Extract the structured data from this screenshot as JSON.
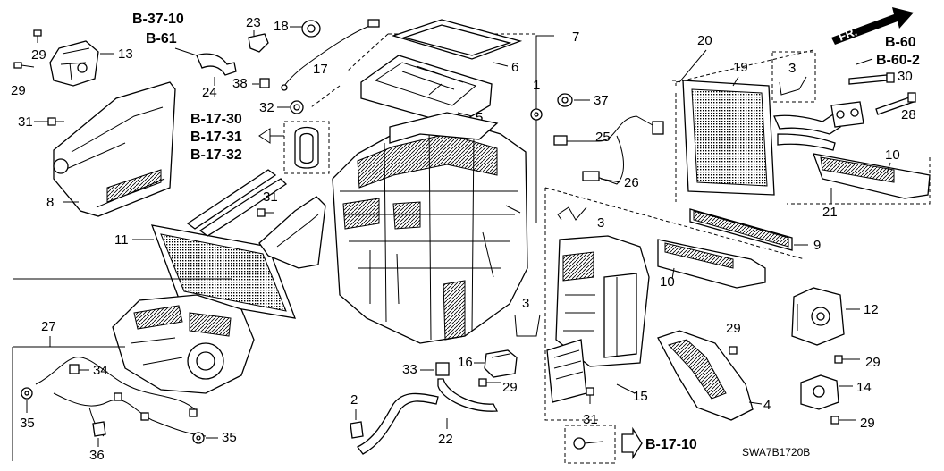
{
  "refs": {
    "b37_10": "B-37-10",
    "b61": "B-61",
    "b17_30": "B-17-30",
    "b17_31": "B-17-31",
    "b17_32": "B-17-32",
    "b60": "B-60",
    "b60_2": "B-60-2",
    "b17_10": "B-17-10",
    "fr": "FR."
  },
  "diagram_code": "SWA7B1720B",
  "labels": {
    "p1": "1",
    "p2": "2",
    "p3a": "3",
    "p3b": "3",
    "p3c": "3",
    "p4": "4",
    "p5": "5",
    "p6": "6",
    "p7": "7",
    "p8": "8",
    "p9": "9",
    "p10a": "10",
    "p10b": "10",
    "p11": "11",
    "p12": "12",
    "p13": "13",
    "p14": "14",
    "p15": "15",
    "p16": "16",
    "p17": "17",
    "p18": "18",
    "p19": "19",
    "p20": "20",
    "p21": "21",
    "p22": "22",
    "p23": "23",
    "p24": "24",
    "p25": "25",
    "p26": "26",
    "p27": "27",
    "p28": "28",
    "p29a": "29",
    "p29b": "29",
    "p29c": "29",
    "p29d": "29",
    "p29e": "29",
    "p29f": "29",
    "p30": "30",
    "p31a": "31",
    "p31b": "31",
    "p31c": "31",
    "p32": "32",
    "p33": "33",
    "p34": "34",
    "p35a": "35",
    "p35b": "35",
    "p36": "36",
    "p37": "37",
    "p38": "38"
  }
}
